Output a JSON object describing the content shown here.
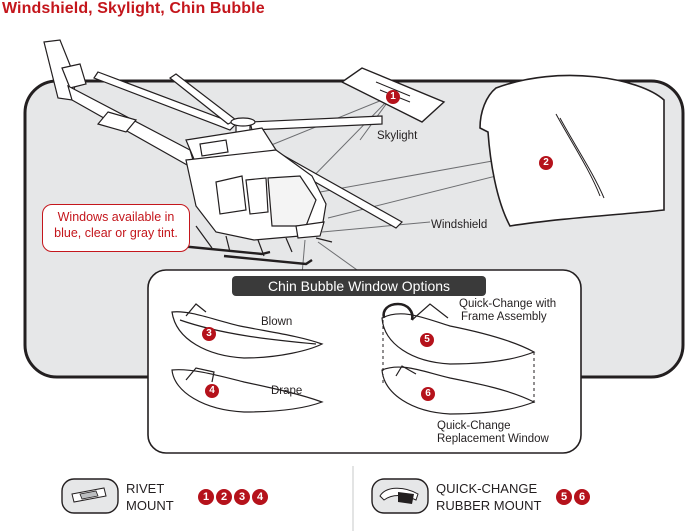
{
  "title": "Windshield, Skylight, Chin Bubble",
  "labels": {
    "skylight": "Skylight",
    "windshield": "Windshield",
    "blown": "Blown",
    "drape": "Drape",
    "quick_change_frame_1": "Quick-Change with",
    "quick_change_frame_2": "Frame Assembly",
    "replacement_1": "Quick-Change",
    "replacement_2": "Replacement Window"
  },
  "callout": {
    "line1": "Windows available in",
    "line2": "blue, clear or gray tint."
  },
  "chin_bubble": {
    "title": "Chin Bubble Window Options"
  },
  "badges": {
    "b1": "1",
    "b2": "2",
    "b3": "3",
    "b4": "4",
    "b5": "5",
    "b6": "6"
  },
  "legend": {
    "rivet": {
      "line1": "RIVET",
      "line2": "MOUNT",
      "numbers": [
        "1",
        "2",
        "3",
        "4"
      ]
    },
    "quick_change": {
      "line1": "QUICK-CHANGE",
      "line2": "RUBBER MOUNT",
      "numbers": [
        "5",
        "6"
      ]
    }
  },
  "colors": {
    "accent_red": "#c4161c",
    "badge_red": "#b5121b",
    "panel_gray": "#e6e7e8",
    "outline": "#231f20",
    "title_bar": "#3a3a3a"
  }
}
